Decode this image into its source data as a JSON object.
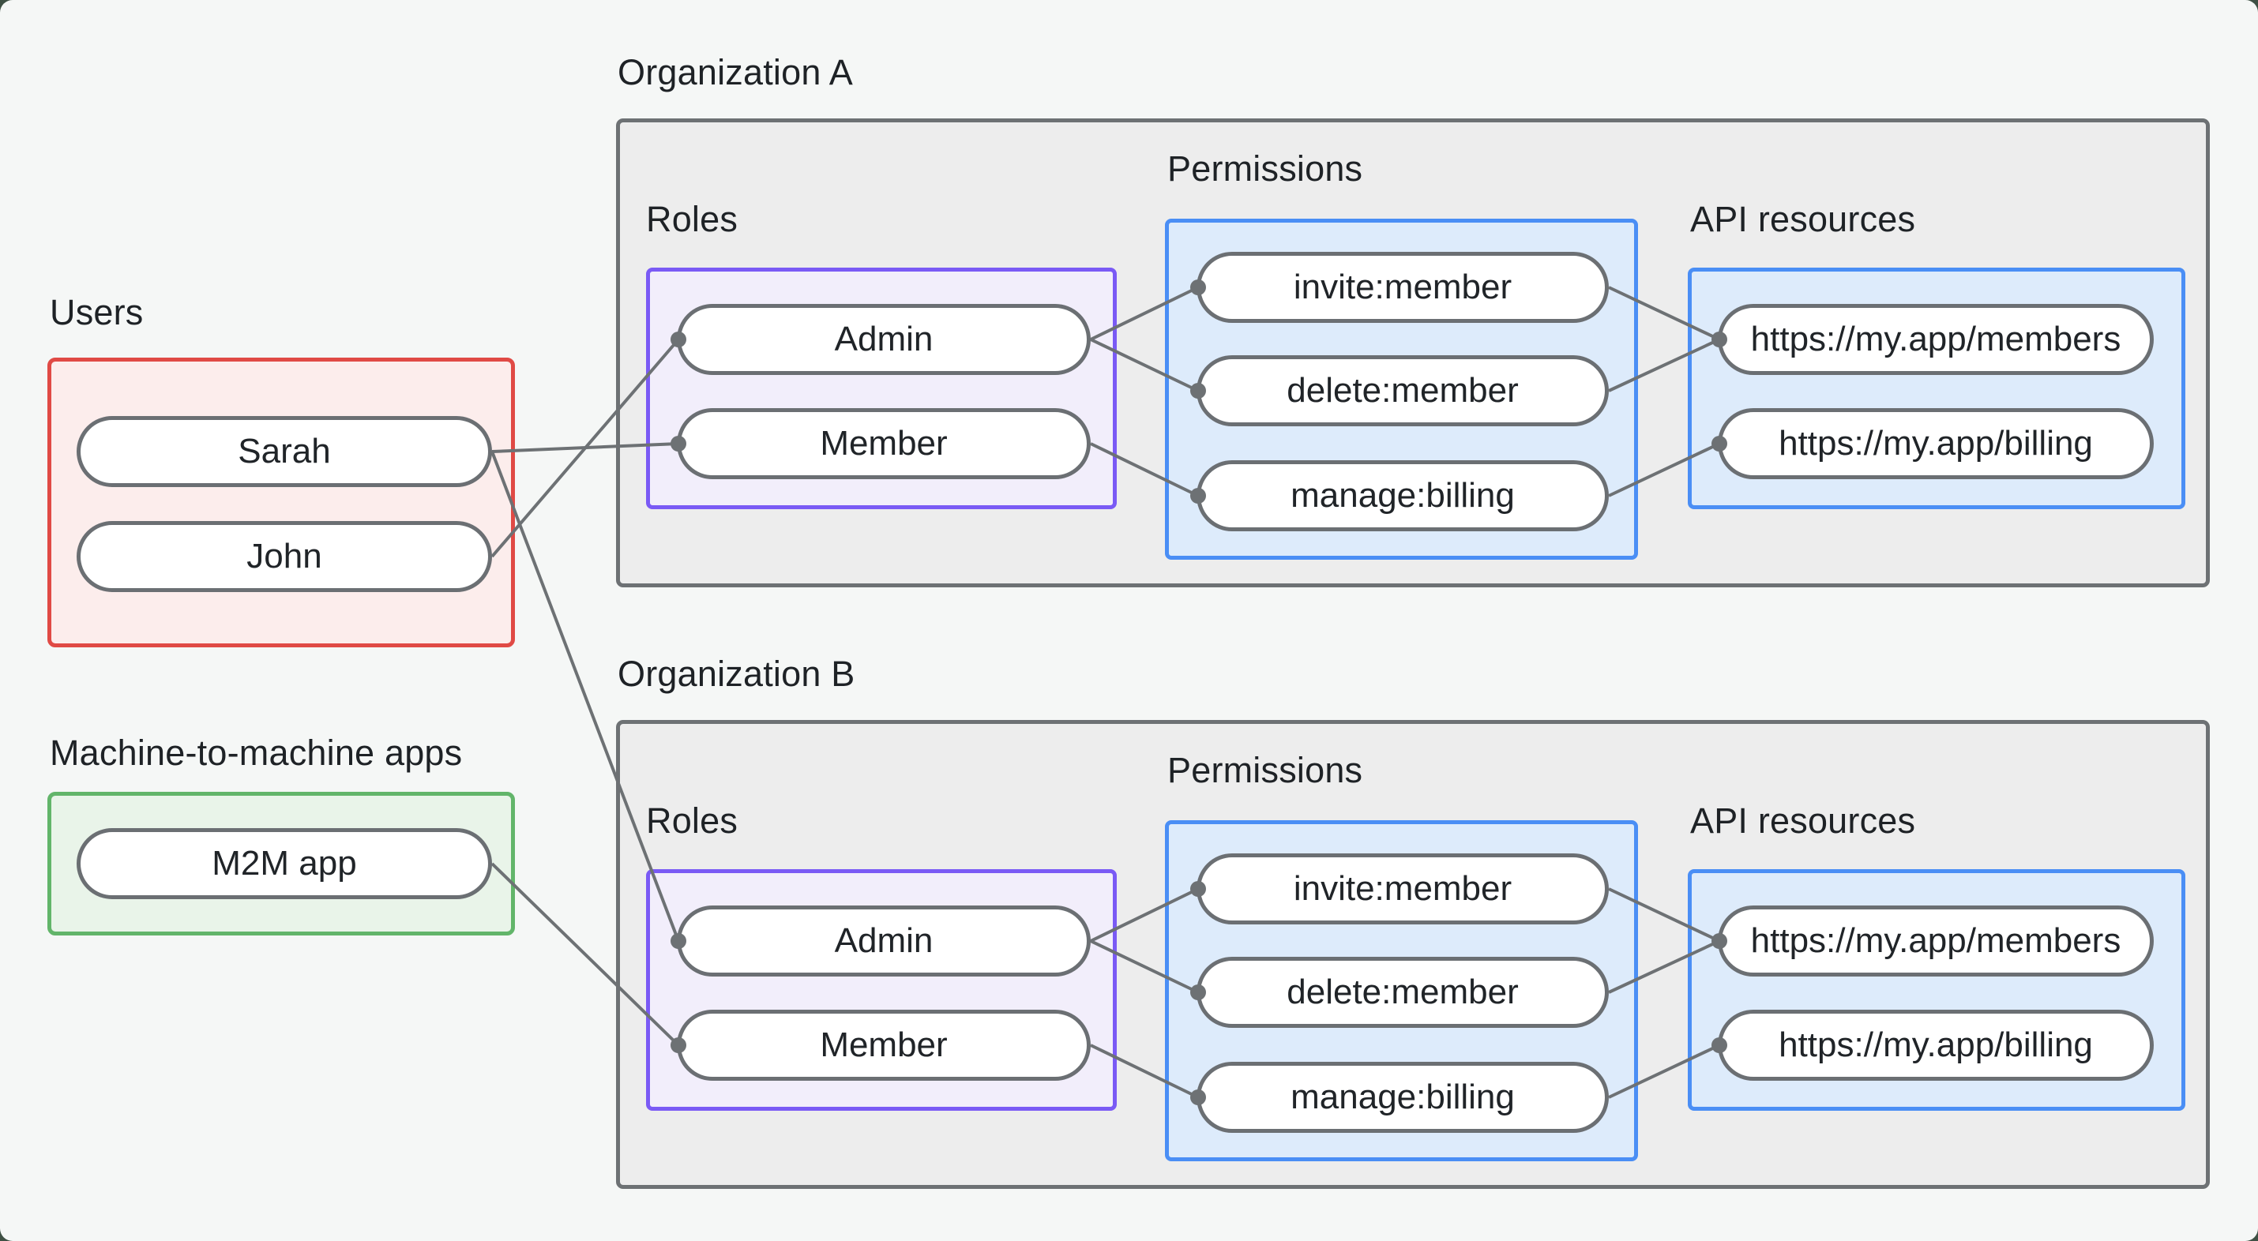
{
  "page": {
    "background": "#f5f7f6",
    "outer_corner_color": "#3e5044",
    "connector_color": "#6d7174"
  },
  "users_group": {
    "label": "Users",
    "border_color": "#e04a45",
    "fill_color": "#fcedec",
    "members": [
      "Sarah",
      "John"
    ]
  },
  "m2m_group": {
    "label": "Machine-to-machine apps",
    "border_color": "#62b56a",
    "fill_color": "#e9f4e9",
    "members": [
      "M2M app"
    ]
  },
  "orgs": [
    {
      "label": "Organization A",
      "box_border_color": "#6d7174",
      "box_fill_color": "#ededed",
      "roles_label": "Roles",
      "roles_border_color": "#7a5af5",
      "roles_fill_color": "#f2eefb",
      "roles": [
        "Admin",
        "Member"
      ],
      "permissions_label": "Permissions",
      "permissions_border_color": "#4a8ef5",
      "permissions_fill_color": "#ddebfb",
      "permissions": [
        "invite:member",
        "delete:member",
        "manage:billing"
      ],
      "api_label": "API resources",
      "api_border_color": "#4a8ef5",
      "api_fill_color": "#ddebfb",
      "api_resources": [
        "https://my.app/members",
        "https://my.app/billing"
      ]
    },
    {
      "label": "Organization B",
      "box_border_color": "#6d7174",
      "box_fill_color": "#ededed",
      "roles_label": "Roles",
      "roles_border_color": "#7a5af5",
      "roles_fill_color": "#f2eefb",
      "roles": [
        "Admin",
        "Member"
      ],
      "permissions_label": "Permissions",
      "permissions_border_color": "#4a8ef5",
      "permissions_fill_color": "#ddebfb",
      "permissions": [
        "invite:member",
        "delete:member",
        "manage:billing"
      ],
      "api_label": "API resources",
      "api_border_color": "#4a8ef5",
      "api_fill_color": "#ddebfb",
      "api_resources": [
        "https://my.app/members",
        "https://my.app/billing"
      ]
    }
  ],
  "edges": [
    {
      "from": "Sarah",
      "to": "Organization A / Member"
    },
    {
      "from": "John",
      "to": "Organization A / Admin"
    },
    {
      "from": "Sarah",
      "to": "Organization B / Admin"
    },
    {
      "from": "M2M app",
      "to": "Organization B / Member"
    },
    {
      "from": "Organization A / Admin",
      "to": "Organization A / invite:member"
    },
    {
      "from": "Organization A / Admin",
      "to": "Organization A / delete:member"
    },
    {
      "from": "Organization A / Member",
      "to": "Organization A / manage:billing"
    },
    {
      "from": "Organization A / invite:member",
      "to": "Organization A / https://my.app/members"
    },
    {
      "from": "Organization A / delete:member",
      "to": "Organization A / https://my.app/members"
    },
    {
      "from": "Organization A / manage:billing",
      "to": "Organization A / https://my.app/billing"
    },
    {
      "from": "Organization B / Admin",
      "to": "Organization B / invite:member"
    },
    {
      "from": "Organization B / Admin",
      "to": "Organization B / delete:member"
    },
    {
      "from": "Organization B / Member",
      "to": "Organization B / manage:billing"
    },
    {
      "from": "Organization B / invite:member",
      "to": "Organization B / https://my.app/members"
    },
    {
      "from": "Organization B / delete:member",
      "to": "Organization B / https://my.app/members"
    },
    {
      "from": "Organization B / manage:billing",
      "to": "Organization B / https://my.app/billing"
    }
  ]
}
